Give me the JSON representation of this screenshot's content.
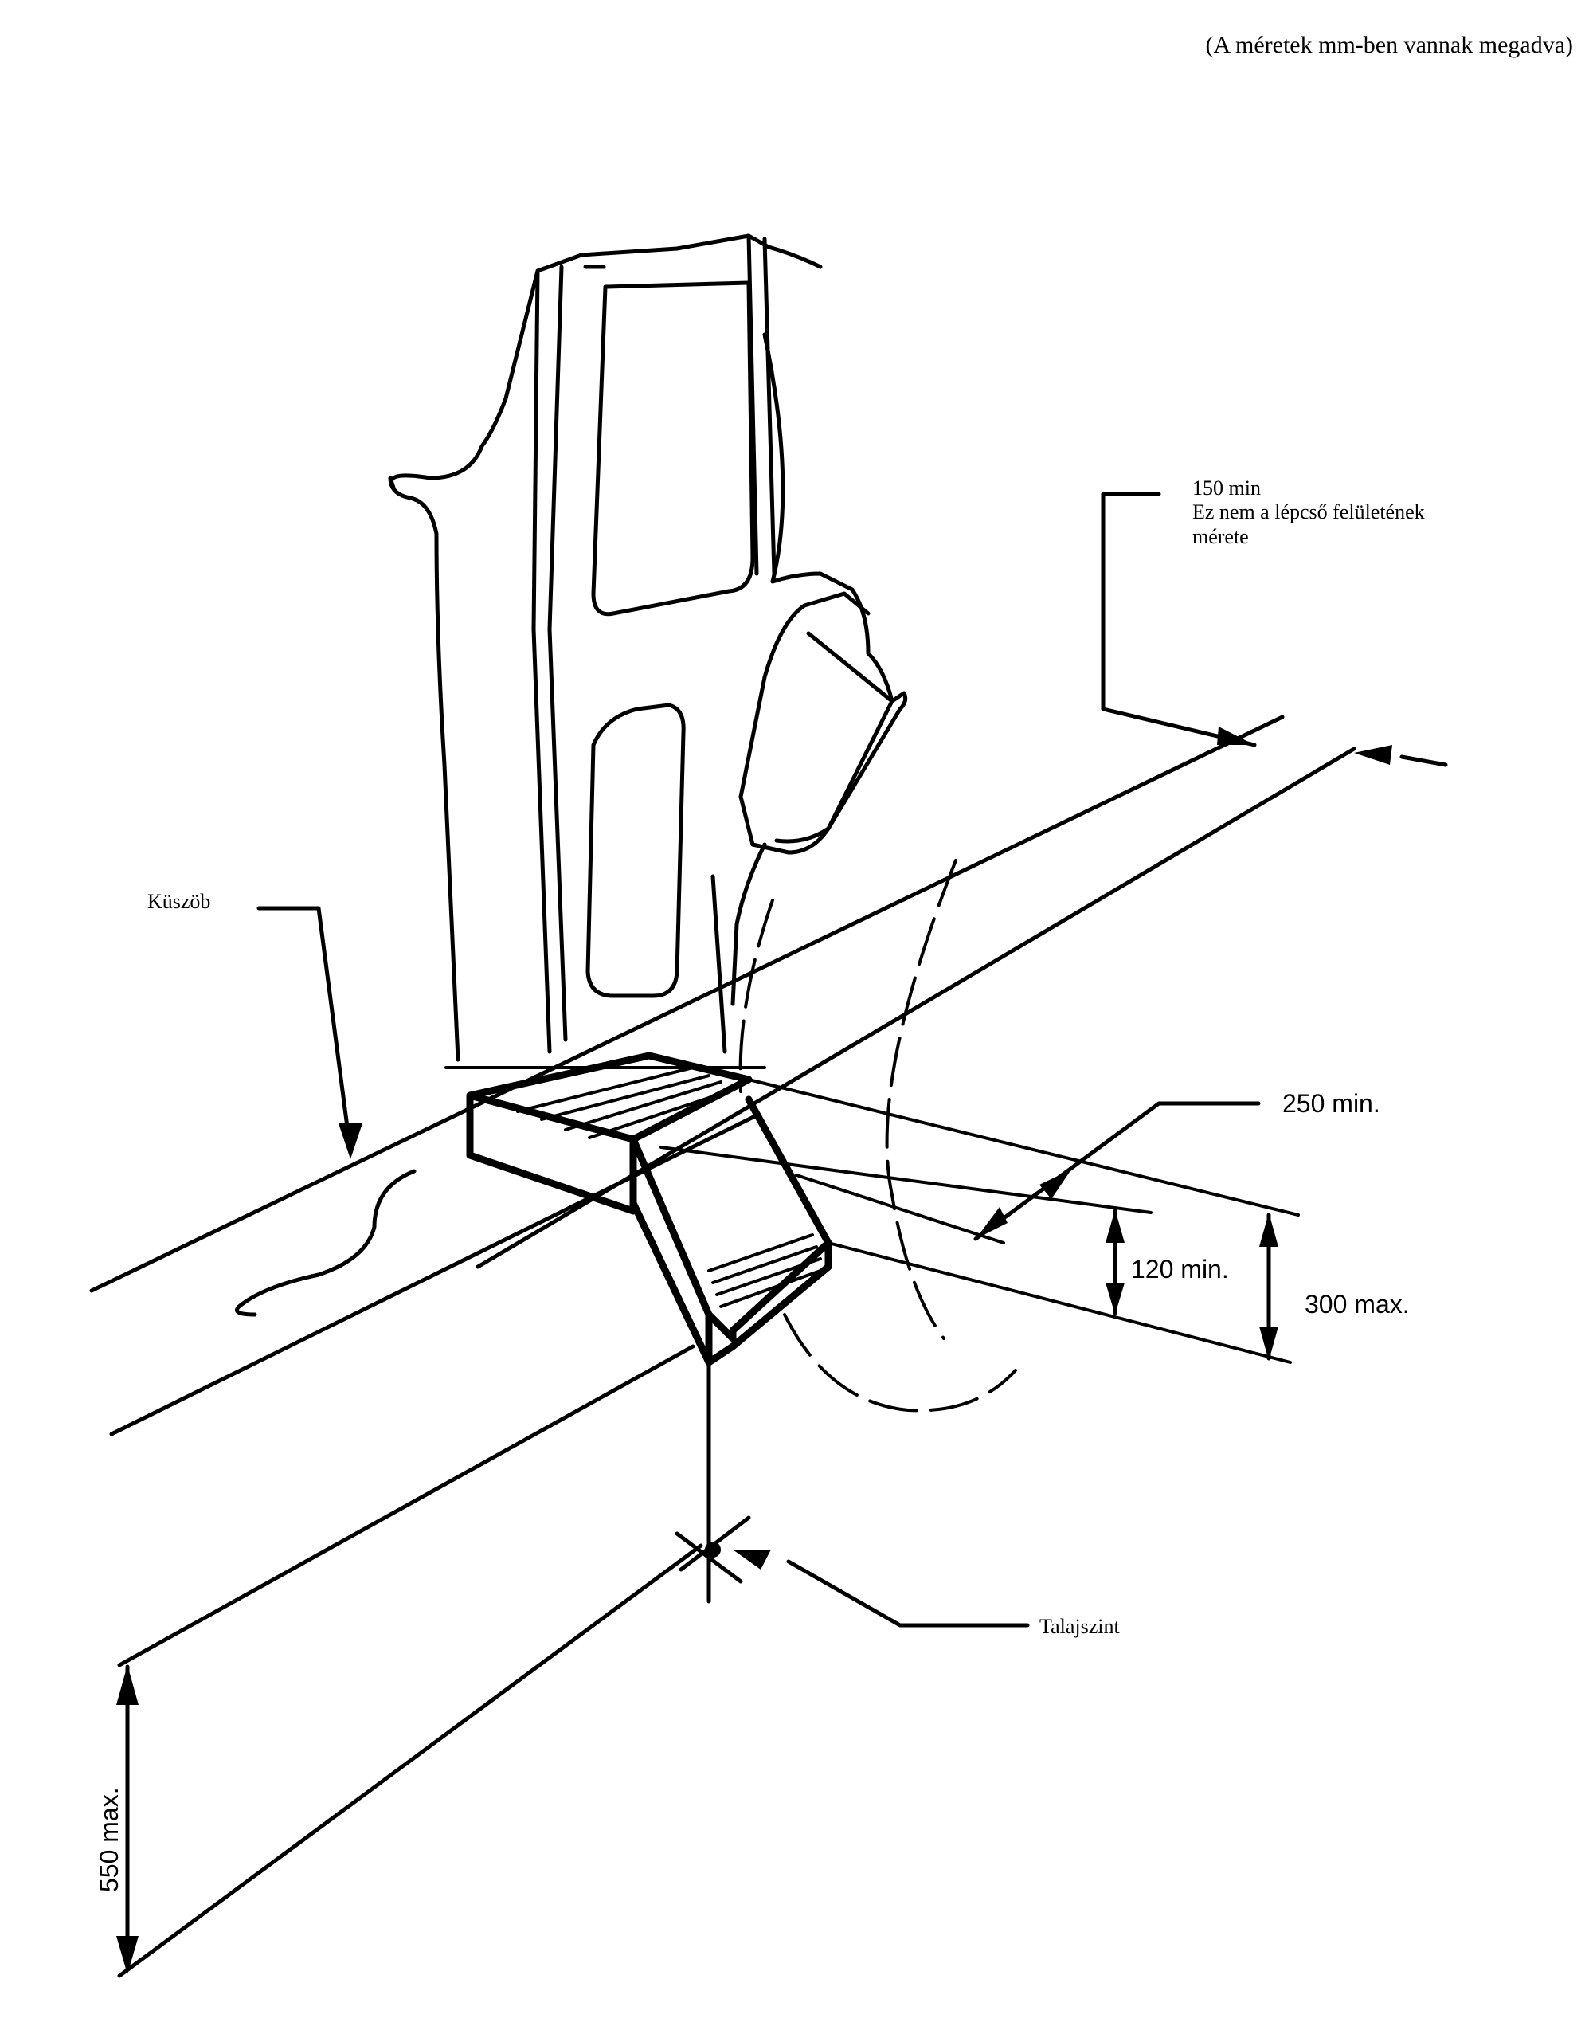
{
  "header_note": "(A méretek mm-ben vannak megadva)",
  "labels": {
    "step_note_line1": "150 min",
    "step_note_line2": "Ez nem a lépcső felületének",
    "step_note_line3": "mérete",
    "threshold": "Küszöb",
    "ground_level": "Talajszint"
  },
  "dimensions": {
    "step_depth": "250 min.",
    "step_rise": "120 min.",
    "first_step_height": "300 max.",
    "ground_to_threshold": "550 max."
  }
}
